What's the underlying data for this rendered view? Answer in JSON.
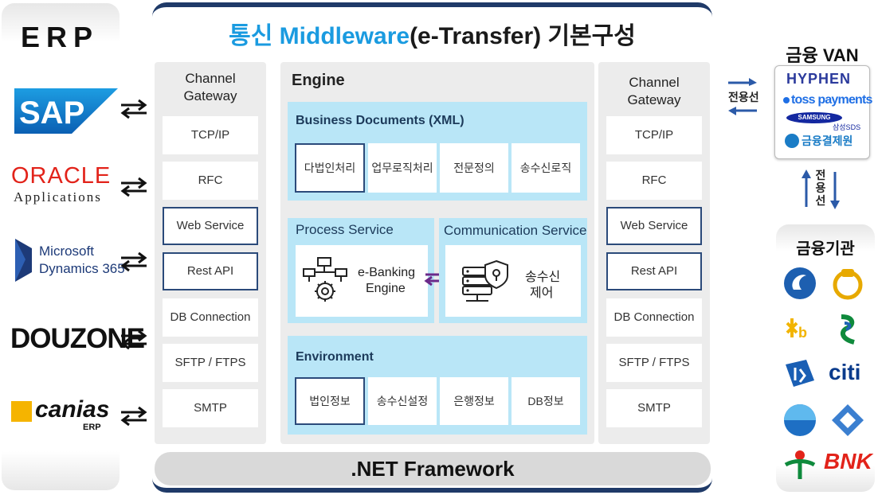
{
  "title": {
    "highlight": "통신 Middleware",
    "rest": "(e-Transfer) 기본구성"
  },
  "erp": {
    "title": "ERP",
    "logos": {
      "sap": "SAP",
      "oracle_main": "ORACLE",
      "oracle_sub": "Applications",
      "ms_line1": "Microsoft",
      "ms_line2": "Dynamics 365",
      "douzone": "DOUZONE",
      "canias": "canias",
      "canias_sub": "ERP"
    }
  },
  "left_gateway": {
    "title_line1": "Channel",
    "title_line2": "Gateway",
    "items": [
      "TCP/IP",
      "RFC",
      "Web Service",
      "Rest API",
      "DB Connection",
      "SFTP / FTPS",
      "SMTP"
    ]
  },
  "right_gateway": {
    "title_line1": "Channel",
    "title_line2": "Gateway",
    "items": [
      "TCP/IP",
      "RFC",
      "Web Service",
      "Rest API",
      "DB Connection",
      "SFTP / FTPS",
      "SMTP"
    ]
  },
  "engine": {
    "title": "Engine",
    "business": {
      "title": "Business Documents (XML)",
      "cells": [
        "다법인처리",
        "업무로직처리",
        "전문정의",
        "송수신로직"
      ]
    },
    "process": {
      "title": "Process Service",
      "label_line1": "e-Banking",
      "label_line2": "Engine"
    },
    "communication": {
      "title": "Communication Service",
      "label_line1": "송수신",
      "label_line2": "제어"
    },
    "environment": {
      "title": "Environment",
      "cells": [
        "법인정보",
        "송수신설정",
        "은행정보",
        "DB정보"
      ]
    }
  },
  "framework": ".NET Framework",
  "dedicated_line": "전용선",
  "van": {
    "title": "금융 VAN",
    "hyphen": "HYPHEN",
    "toss": "toss payments",
    "samsung": "SAMSUNG",
    "samsung_sub": "삼성SDS",
    "kftc": "금융결제원"
  },
  "banks": {
    "title": "금융기관",
    "citi": "citi",
    "bnk": "BNK"
  },
  "colors": {
    "brand_blue": "#1a9be0",
    "navy": "#1f3a68",
    "section_blue": "#b9e6f7"
  }
}
